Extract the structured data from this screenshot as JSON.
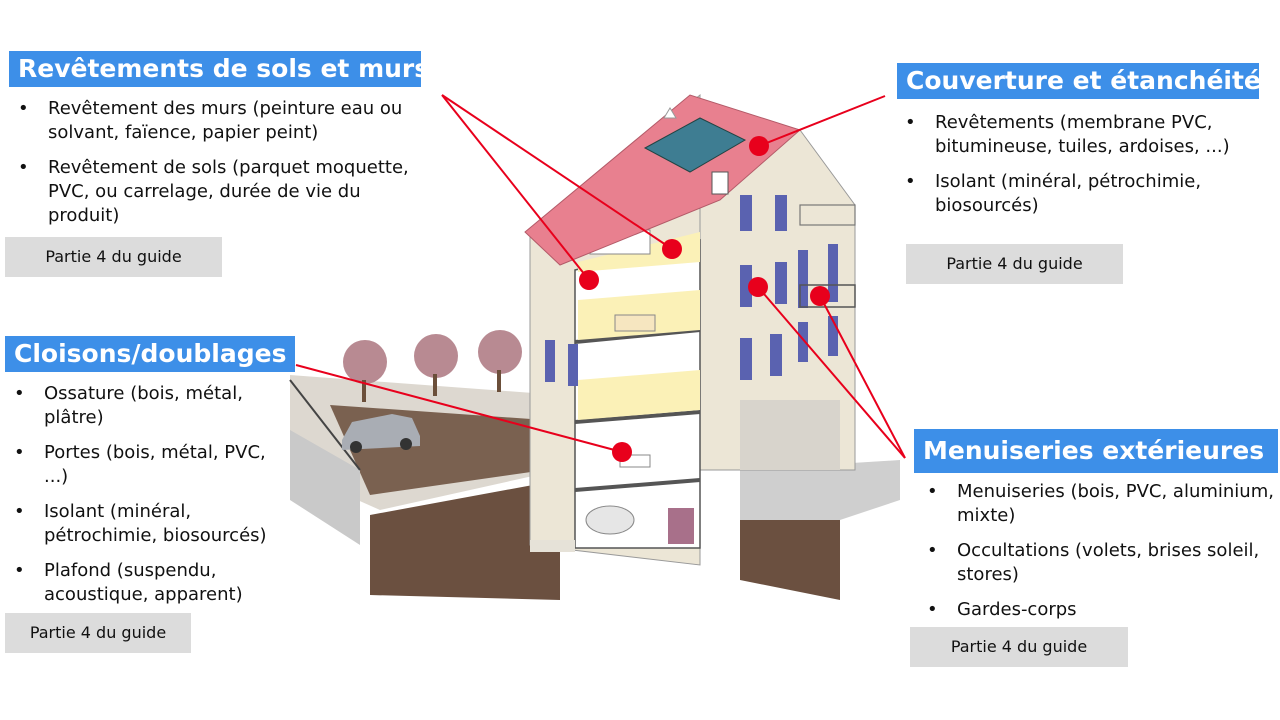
{
  "sections": {
    "revetements": {
      "title": "Revêtements de sols et murs",
      "items": [
        "Revêtement des murs (peinture eau ou solvant, faïence, papier peint)",
        "Revêtement de sols (parquet moquette, PVC, ou carrelage, durée de vie du produit)"
      ],
      "guide": "Partie 4 du guide"
    },
    "couverture": {
      "title": "Couverture et étanchéité",
      "items": [
        "Revêtements (membrane PVC, bitumineuse, tuiles, ardoises, ...)",
        "Isolant (minéral, pétrochimie, biosourcés)"
      ],
      "guide": "Partie 4 du guide"
    },
    "cloisons": {
      "title": "Cloisons/doublages",
      "items": [
        "Ossature (bois, métal, plâtre)",
        "Portes (bois, métal, PVC, ...)",
        "Isolant (minéral, pétrochimie, biosourcés)",
        "Plafond (suspendu, acoustique, apparent)"
      ],
      "guide": "Partie 4 du guide"
    },
    "menuiseries": {
      "title": "Menuiseries extérieures",
      "items": [
        "Menuiseries (bois, PVC, aluminium, mixte)",
        "Occultations (volets, brises soleil, stores)",
        "Gardes-corps"
      ],
      "guide": "Partie 4 du guide"
    }
  },
  "colors": {
    "title_bg": "#3d8fe8",
    "marker": "#e8001c",
    "guide_bg": "#dcdcdc",
    "roof": "#e8808f",
    "facade": "#ece6d6",
    "shutters": "#5a62b0",
    "soil": "#6b5040"
  }
}
